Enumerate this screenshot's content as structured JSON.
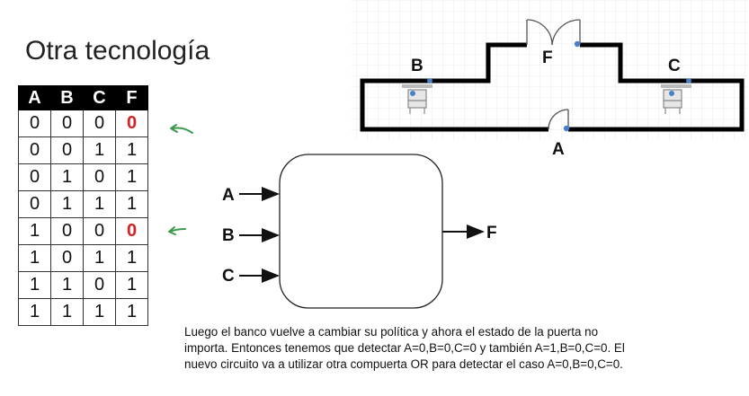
{
  "title": "Otra tecnología",
  "truth_table": {
    "headers": [
      "A",
      "B",
      "C",
      "F"
    ],
    "rows": [
      [
        "0",
        "0",
        "0",
        "0"
      ],
      [
        "0",
        "0",
        "1",
        "1"
      ],
      [
        "0",
        "1",
        "0",
        "1"
      ],
      [
        "0",
        "1",
        "1",
        "1"
      ],
      [
        "1",
        "0",
        "0",
        "0"
      ],
      [
        "1",
        "0",
        "1",
        "1"
      ],
      [
        "1",
        "1",
        "0",
        "1"
      ],
      [
        "1",
        "1",
        "1",
        "1"
      ]
    ],
    "highlight_color": "#d22222",
    "arrow_color": "#3a9a4a"
  },
  "floor_plan": {
    "labels": {
      "b": "B",
      "f": "F",
      "c": "C",
      "a": "A"
    }
  },
  "block_diagram": {
    "inputs": [
      "A",
      "B",
      "C"
    ],
    "output": "F"
  },
  "caption_lines": [
    "Luego el banco vuelve a cambiar su política y ahora el estado de la puerta no",
    "importa. Entonces tenemos que detectar A=0,B=0,C=0 y también A=1,B=0,C=0. El",
    "nuevo circuito va a utilizar otra compuerta OR para detectar el caso A=0,B=0,C=0."
  ]
}
